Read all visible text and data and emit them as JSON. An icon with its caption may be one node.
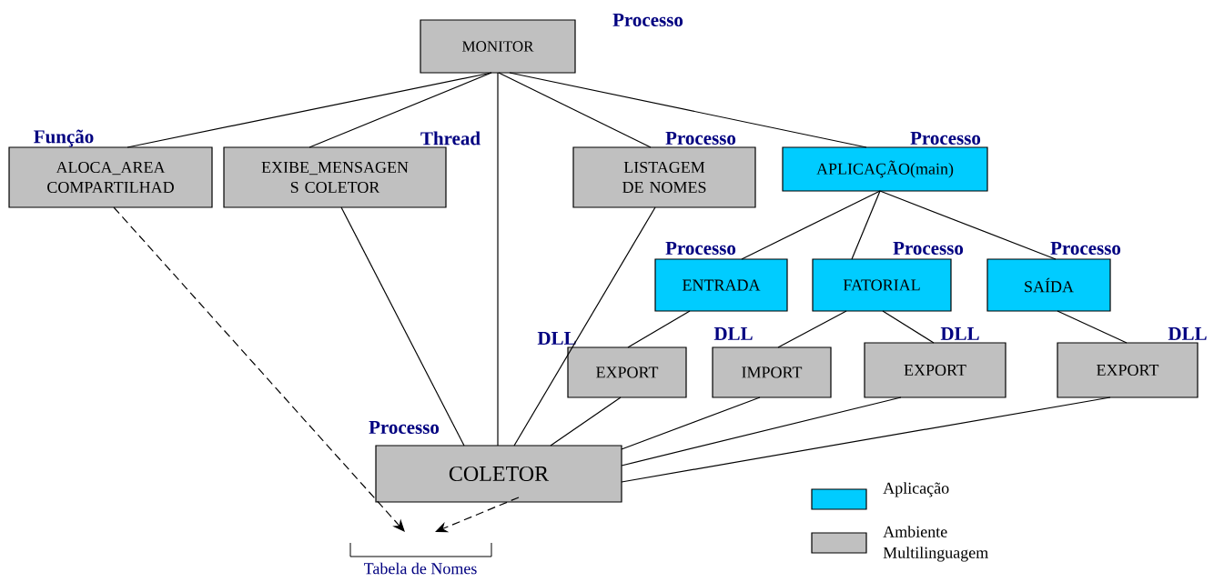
{
  "diagram": {
    "nodes": [
      {
        "text": [
          "MONITOR"
        ],
        "beside": [
          "Processo"
        ]
      },
      {
        "text": [
          "ALOCA_AREA COMPARTILHAD"
        ],
        "beside": [
          "Função"
        ]
      },
      {
        "text": [
          "EXIBE_MENSAGEN S COLETOR"
        ],
        "beside": [
          "Thread"
        ]
      },
      {
        "text": [
          "LISTAGEM DE NOMES"
        ],
        "beside": [
          "Processo"
        ]
      },
      {
        "text": [
          "APLICAÇÃO(main)"
        ],
        "beside": [
          "Processo"
        ]
      },
      {
        "text": [
          "ENTRADA"
        ],
        "beside": [
          "Processo"
        ]
      },
      {
        "text": [
          "FATORIAL"
        ],
        "beside": [
          "Processo"
        ]
      },
      {
        "text": [
          "SAÍDA"
        ],
        "beside": [
          "Processo"
        ]
      },
      {
        "text": [
          "EXPORT"
        ],
        "beside": [
          "DLL"
        ]
      },
      {
        "text": [
          "IMPORT"
        ],
        "beside": [
          "DLL"
        ]
      },
      {
        "text": [
          "EXPORT"
        ],
        "beside": [
          "DLL"
        ]
      },
      {
        "text": [
          "EXPORT"
        ],
        "beside": [
          "DLL"
        ]
      },
      {
        "text": [
          "COLETOR"
        ],
        "beside": [
          "Processo"
        ]
      },
      {
        "text": [
          "Tabela de Nomes"
        ]
      }
    ],
    "edges": [
      {
        "from": 0,
        "to": 1,
        "arrow": "none"
      },
      {
        "from": 0,
        "to": 2,
        "arrow": "none"
      },
      {
        "from": 0,
        "to": 12,
        "arrow": "none"
      },
      {
        "from": 0,
        "to": 3,
        "arrow": "none"
      },
      {
        "from": 0,
        "to": 4,
        "arrow": "none"
      },
      {
        "from": 4,
        "to": 5,
        "arrow": "none"
      },
      {
        "from": 4,
        "to": 6,
        "arrow": "none"
      },
      {
        "from": 4,
        "to": 7,
        "arrow": "none"
      },
      {
        "from": 5,
        "to": 8,
        "arrow": "none"
      },
      {
        "from": 6,
        "to": 9,
        "arrow": "none"
      },
      {
        "from": 6,
        "to": 10,
        "arrow": "none"
      },
      {
        "from": 7,
        "to": 11,
        "arrow": "none"
      },
      {
        "from": 2,
        "to": 12,
        "arrow": "none"
      },
      {
        "from": 3,
        "to": 12,
        "arrow": "none"
      },
      {
        "from": 8,
        "to": 12,
        "arrow": "none"
      },
      {
        "from": 9,
        "to": 12,
        "arrow": "none"
      },
      {
        "from": 10,
        "to": 12,
        "arrow": "none"
      },
      {
        "from": 11,
        "to": 12,
        "arrow": "none"
      },
      {
        "from": 1,
        "to": 13,
        "arrow": "to",
        "style": "dashed"
      },
      {
        "from": 12,
        "to": 13,
        "arrow": "to",
        "style": "dashed"
      }
    ],
    "legend": [
      {
        "text": "Aplicação",
        "color": "#00ccff"
      },
      {
        "text": "Ambiente Multilinguagem",
        "color": "#c0c0c0"
      }
    ]
  }
}
